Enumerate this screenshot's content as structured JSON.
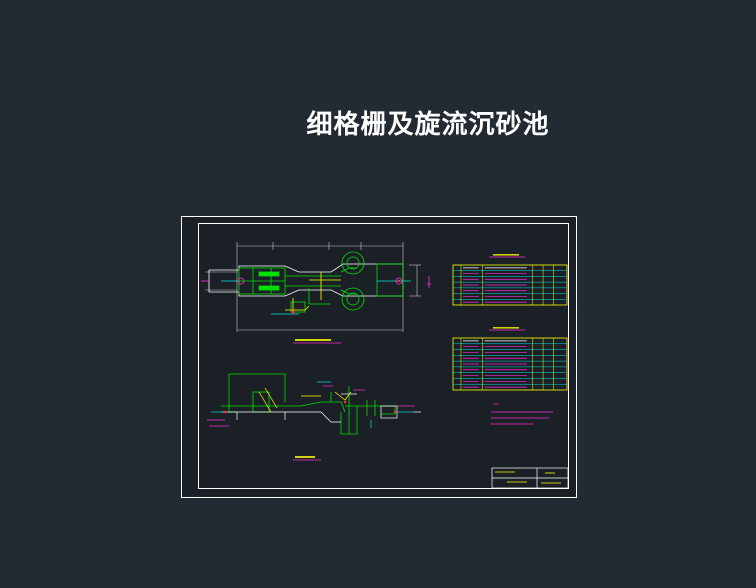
{
  "page": {
    "title": "细格栅及旋流沉砂池"
  },
  "colors": {
    "background": "#222a33",
    "sheet": "#1b2027",
    "frame": "#ffffff",
    "green": "#00e000",
    "cyan": "#00e0e0",
    "magenta": "#ff2bd6",
    "yellow": "#ffff00",
    "red": "#ff3030",
    "gray": "#c8c8c8"
  },
  "drawing": {
    "tables": [
      {
        "rows": 7,
        "cols": 6
      },
      {
        "rows": 9,
        "cols": 6
      }
    ]
  }
}
